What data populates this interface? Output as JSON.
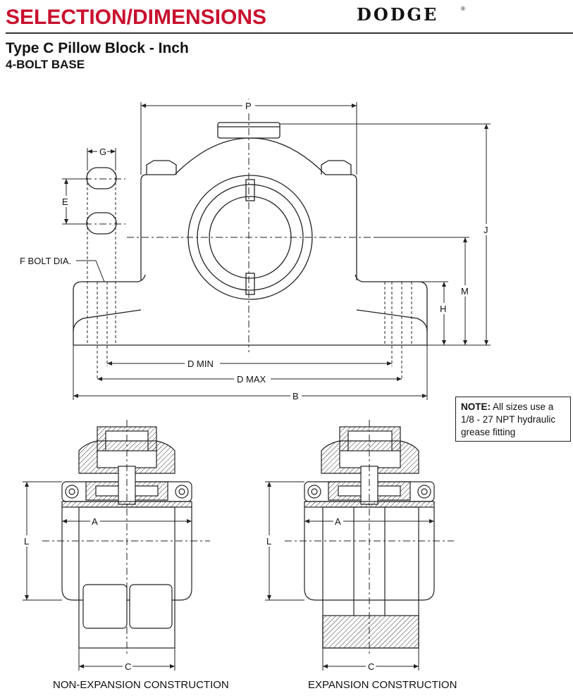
{
  "header": {
    "title": "SELECTION/DIMENSIONS",
    "logo": "DODGE",
    "logo_mark": "®"
  },
  "subtitle": {
    "line1": "Type C Pillow Block - Inch",
    "line2": "4-BOLT BASE"
  },
  "labels": {
    "P": "P",
    "G": "G",
    "E": "E",
    "J": "J",
    "M": "M",
    "H": "H",
    "F": "F BOLT DIA.",
    "D_MIN": "D MIN",
    "D_MAX": "D MAX",
    "B": "B",
    "A1": "A",
    "L1": "L",
    "C1": "C",
    "A2": "A",
    "L2": "L",
    "C2": "C"
  },
  "note": {
    "heading": "NOTE:",
    "text": "All sizes use a 1/8 - 27 NPT hydraulic grease fitting"
  },
  "captions": {
    "left": "NON-EXPANSION CONSTRUCTION",
    "right": "EXPANSION CONSTRUCTION"
  },
  "colors": {
    "title": "#c8102e",
    "line": "#222222"
  }
}
